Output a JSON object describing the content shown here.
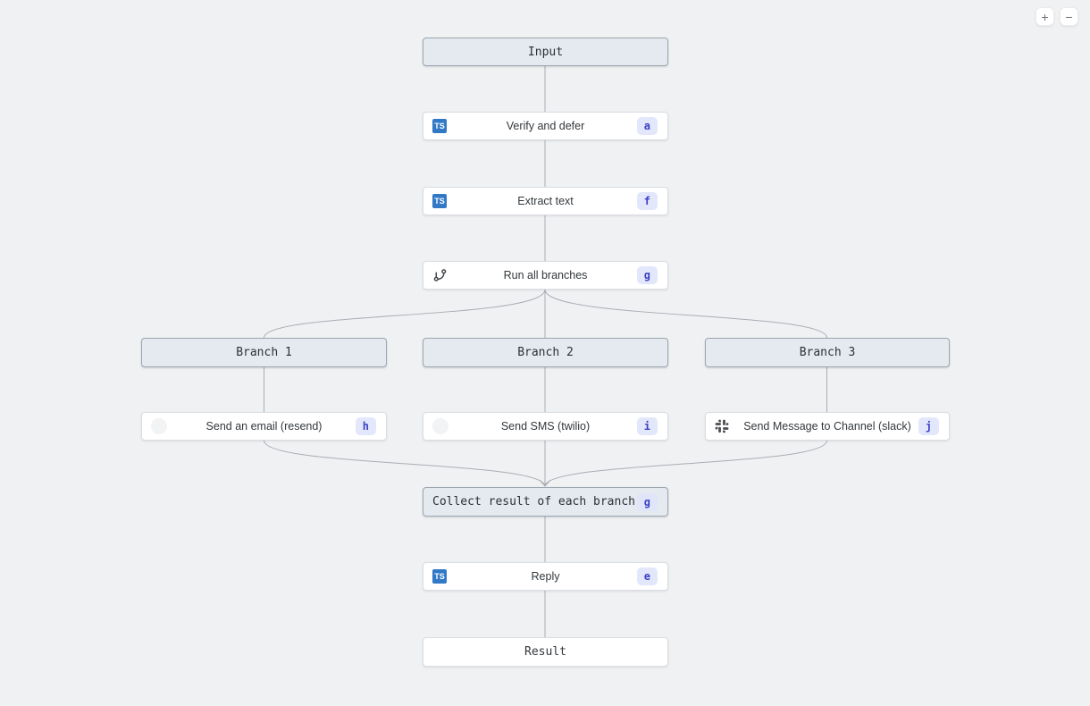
{
  "controls": {
    "zoom_in": "+",
    "zoom_out": "−"
  },
  "icons": {
    "typescript_text": "TS"
  },
  "colors": {
    "canvas_bg": "#f0f1f3",
    "header_node_bg": "#e4eaf0",
    "header_node_border": "#9da7b0",
    "task_node_bg": "#ffffff",
    "badge_bg": "#e3e7fb",
    "badge_text": "#3c41c3",
    "typescript_blue": "#3178c6",
    "edge_line": "#a8adb4"
  },
  "nodes": {
    "input": {
      "label": "Input"
    },
    "verify": {
      "label": "Verify and defer",
      "badge": "a",
      "icon": "typescript-icon"
    },
    "extract": {
      "label": "Extract text",
      "badge": "f",
      "icon": "typescript-icon"
    },
    "run": {
      "label": "Run all branches",
      "badge": "g",
      "icon": "git-branch-icon"
    },
    "branch1": {
      "label": "Branch 1"
    },
    "branch2": {
      "label": "Branch 2"
    },
    "branch3": {
      "label": "Branch 3"
    },
    "send_email": {
      "label": "Send an email (resend)",
      "badge": "h",
      "icon": "resend-logo-faint"
    },
    "send_sms": {
      "label": "Send SMS (twilio)",
      "badge": "i",
      "icon": "twilio-logo-faint"
    },
    "send_slack": {
      "label": "Send Message to Channel (slack)",
      "badge": "j",
      "icon": "slack-icon"
    },
    "collect": {
      "label": "Collect result of each branch",
      "badge": "g"
    },
    "reply": {
      "label": "Reply",
      "badge": "e",
      "icon": "typescript-icon"
    },
    "result": {
      "label": "Result"
    }
  }
}
